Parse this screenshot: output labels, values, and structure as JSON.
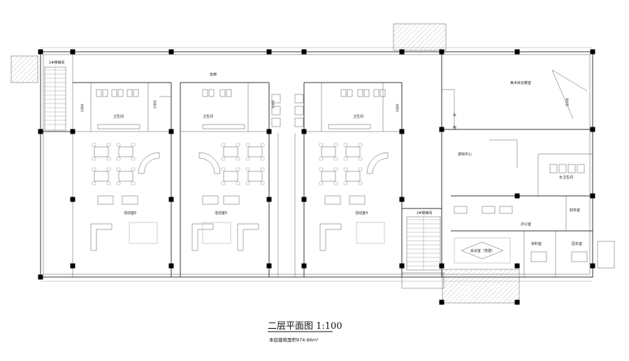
{
  "drawing": {
    "title": "二层平面图 1:100",
    "area_note": "本层建筑面积974.66m²"
  },
  "rooms": {
    "stair1": "1#楼梯间",
    "corridor": "走廊",
    "wc1": "卫生间",
    "wc2": "卫生间",
    "wc3": "卫生间",
    "wash1": "洗漱间",
    "wash2": "洗漱间",
    "locker1": "衣帽间",
    "locker2": "衣帽间",
    "activity6": "活动室6",
    "activity5": "活动室5",
    "activity4": "活动室4",
    "stair2": "2#楼梯间",
    "art": "美术综合教室",
    "tool": "器材室",
    "water": "水",
    "elec": "电",
    "game": "游戏中心",
    "female_wc": "女卫生间",
    "office": "办公室",
    "finance": "财务室",
    "meeting": "会议室（党建）",
    "archive": "资料室",
    "principal": "园长室"
  }
}
